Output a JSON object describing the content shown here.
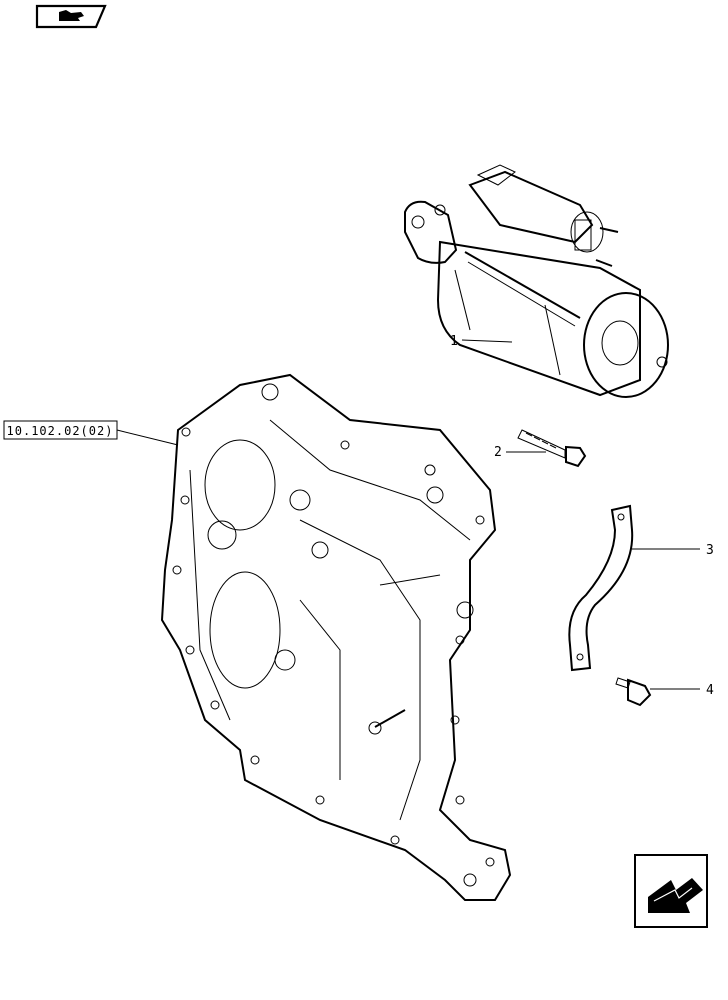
{
  "colors": {
    "ink": "#000000",
    "background": "#ffffff"
  },
  "icons": {
    "top_left": "book-hand-icon",
    "bottom_right": "return-arrow-icon"
  },
  "reference_label": "10.102.02(02)",
  "callouts": [
    {
      "number": "1"
    },
    {
      "number": "2"
    },
    {
      "number": "3"
    },
    {
      "number": "4"
    }
  ]
}
